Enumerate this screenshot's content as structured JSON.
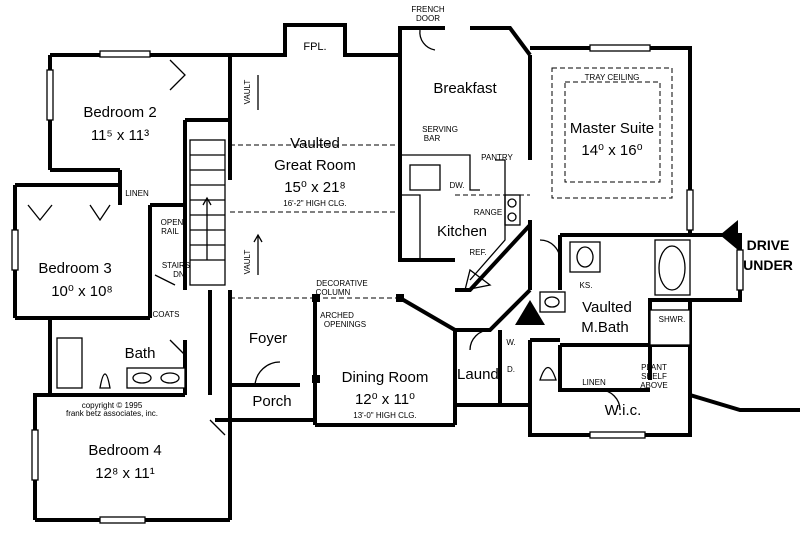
{
  "rooms": {
    "breakfast": "Breakfast",
    "master_title": "Master Suite",
    "master_dim": "14⁰ x 16⁰",
    "tray_ceiling": "TRAY CEILING",
    "bedroom2_title": "Bedroom 2",
    "bedroom2_dim": "11⁵ x 11³",
    "great_title1": "Vaulted",
    "great_title2": "Great Room",
    "great_dim": "15⁰ x 21⁸",
    "great_ceiling": "16'-2\" HIGH CLG.",
    "bedroom3_title": "Bedroom 3",
    "bedroom3_dim": "10⁰ x 10⁸",
    "kitchen": "Kitchen",
    "mbath_title1": "Vaulted",
    "mbath_title2": "M.Bath",
    "foyer": "Foyer",
    "dining_title": "Dining Room",
    "dining_dim": "12⁰ x 11⁰",
    "dining_ceiling": "13'-0\" HIGH CLG.",
    "bath": "Bath",
    "laundry": "Laund.",
    "porch": "Porch",
    "wic": "W.i.c.",
    "bedroom4_title": "Bedroom 4",
    "bedroom4_dim": "12⁸ x 11¹"
  },
  "labels": {
    "french_door1": "FRENCH",
    "french_door2": "DOOR",
    "fireplace": "FPL.",
    "vault_upper": "VAULT",
    "vault_lower": "VAULT",
    "serving_bar1": "SERVING",
    "serving_bar2": "BAR",
    "pantry": "PANTRY",
    "dishwasher": "DW.",
    "range": "RANGE",
    "refrigerator": "REF.",
    "linen_upper": "LINEN",
    "open_rail1": "OPEN",
    "open_rail2": "RAIL",
    "stairs1": "STAIRS",
    "stairs2": "DN.",
    "decorative_column1": "DECORATIVE",
    "decorative_column2": "COLUMN",
    "arched_openings1": "ARCHED",
    "arched_openings2": "OPENINGS",
    "coats": "COATS",
    "ks": "KS.",
    "shower": "SHWR.",
    "washer": "W.",
    "dryer": "D.",
    "linen_lower": "LINEN",
    "plant_shelf1": "PLANT",
    "plant_shelf2": "SHELF",
    "plant_shelf3": "ABOVE",
    "copyright1": "copyright © 1995",
    "copyright2": "frank betz associates, inc.",
    "drive_under1": "DRIVE",
    "drive_under2": "UNDER"
  }
}
